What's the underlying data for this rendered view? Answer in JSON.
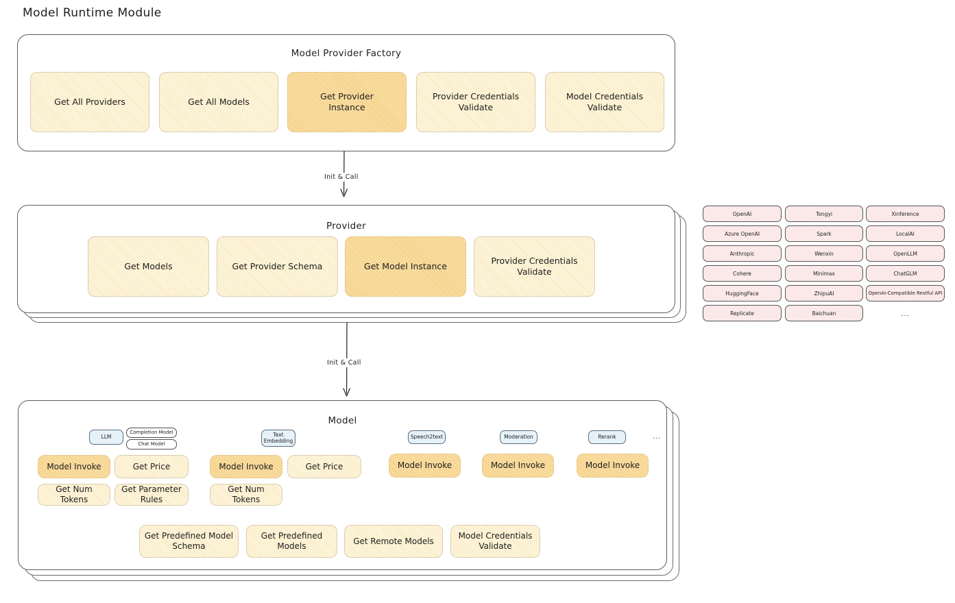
{
  "page": {
    "title": "Model Runtime Module"
  },
  "factory": {
    "title": "Model Provider Factory",
    "cards": [
      {
        "label": "Get All Providers",
        "highlight": false
      },
      {
        "label": "Get All Models",
        "highlight": false
      },
      {
        "label": "Get Provider\nInstance",
        "highlight": true
      },
      {
        "label": "Provider Credentials\nValidate",
        "highlight": false
      },
      {
        "label": "Model Credentials\nValidate",
        "highlight": false
      }
    ]
  },
  "arrows": [
    {
      "label": "Init & Call"
    },
    {
      "label": "Init & Call"
    }
  ],
  "provider": {
    "title": "Provider",
    "cards": [
      {
        "label": "Get Models",
        "highlight": false
      },
      {
        "label": "Get Provider Schema",
        "highlight": false
      },
      {
        "label": "Get Model Instance",
        "highlight": true
      },
      {
        "label": "Provider Credentials\nValidate",
        "highlight": false
      }
    ]
  },
  "provider_list": {
    "columns": [
      {
        "items": [
          "OpenAI",
          "Azure OpenAI",
          "Anthropic",
          "Cohere",
          "HuggingFace",
          "Replicate"
        ]
      },
      {
        "items": [
          "Tongyi",
          "Spark",
          "Wenxin",
          "Minimax",
          "ZhipuAI",
          "Baichuan"
        ]
      },
      {
        "items": [
          "Xinference",
          "LocalAI",
          "OpenLLM",
          "ChatGLM",
          "OpenAI-Compatible Restful API"
        ]
      }
    ],
    "more_label": "..."
  },
  "model": {
    "title": "Model",
    "more_label": "...",
    "types": [
      {
        "badge": "LLM",
        "sub_badges": [
          "Completion Model",
          "Chat Model"
        ],
        "methods_row1": [
          {
            "label": "Model Invoke",
            "highlight": true
          },
          {
            "label": "Get Price",
            "highlight": false
          }
        ],
        "methods_row2": [
          {
            "label": "Get Num Tokens",
            "highlight": false
          },
          {
            "label": "Get Parameter\nRules",
            "highlight": false
          }
        ]
      },
      {
        "badge": "Text\nEmbedding",
        "sub_badges": [],
        "methods_row1": [
          {
            "label": "Model Invoke",
            "highlight": true
          },
          {
            "label": "Get Price",
            "highlight": false
          }
        ],
        "methods_row2": [
          {
            "label": "Get Num Tokens",
            "highlight": false
          }
        ]
      },
      {
        "badge": "Speech2text",
        "sub_badges": [],
        "methods_row1": [
          {
            "label": "Model Invoke",
            "highlight": true
          }
        ],
        "methods_row2": []
      },
      {
        "badge": "Moderation",
        "sub_badges": [],
        "methods_row1": [
          {
            "label": "Model Invoke",
            "highlight": true
          }
        ],
        "methods_row2": []
      },
      {
        "badge": "Rerank",
        "sub_badges": [],
        "methods_row1": [
          {
            "label": "Model Invoke",
            "highlight": true
          }
        ],
        "methods_row2": []
      }
    ],
    "common_methods": [
      {
        "label": "Get Predefined Model\nSchema"
      },
      {
        "label": "Get Predefined\nModels"
      },
      {
        "label": "Get Remote Models"
      },
      {
        "label": "Model Credentials\nValidate"
      }
    ]
  },
  "colors": {
    "card_fill": "#fdf6e0",
    "card_highlight_fill": "#fbe3b0",
    "pill_fill": "#fdf0f0",
    "badge_fill": "#eef6fb",
    "stroke": "#1e1e1e",
    "background": "#ffffff"
  }
}
